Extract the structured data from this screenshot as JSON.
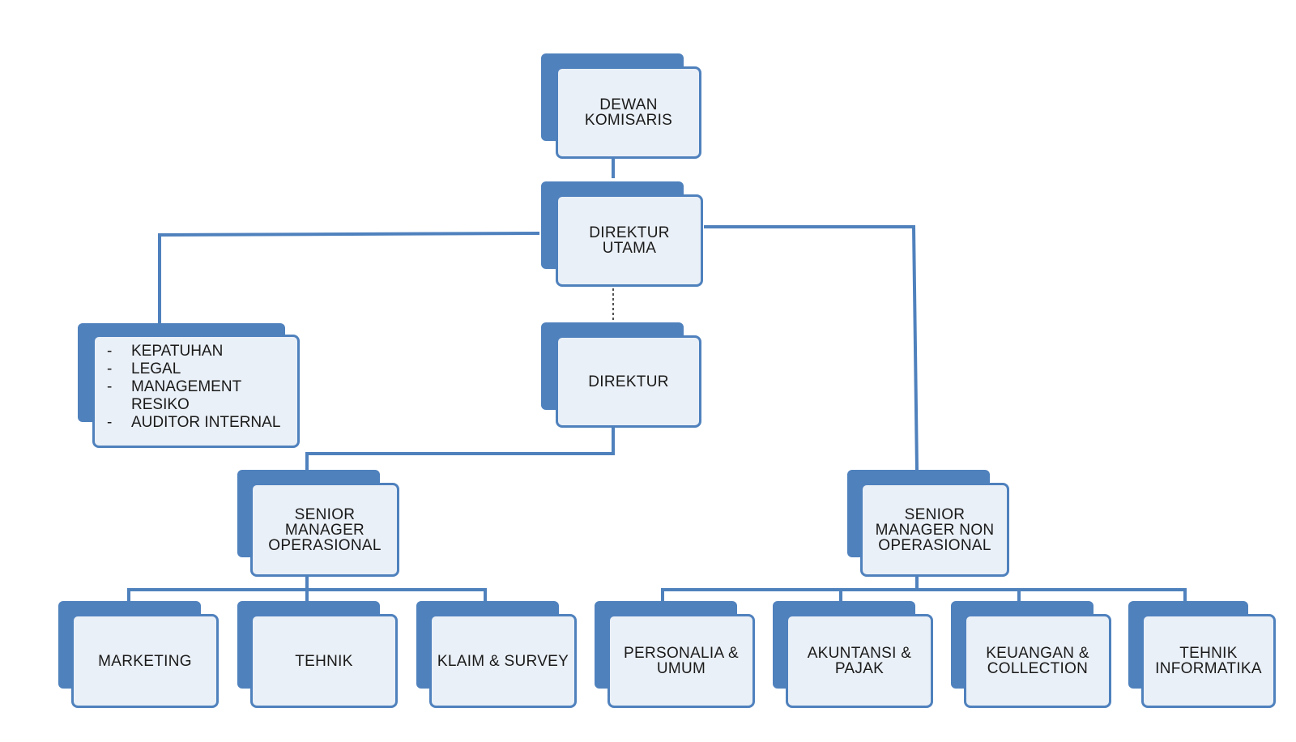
{
  "diagram": {
    "nodes": {
      "dewan_komisaris": "DEWAN\nKOMISARIS",
      "direktur_utama": "DIREKTUR\nUTAMA",
      "direktur": "DIREKTUR",
      "compliance_items": [
        "KEPATUHAN",
        "LEGAL",
        "MANAGEMENT RESIKO",
        "AUDITOR INTERNAL"
      ],
      "sm_operasional": "SENIOR\nMANAGER\nOPERASIONAL",
      "sm_non_operasional": "SENIOR\nMANAGER  NON\nOPERASIONAL",
      "marketing": "MARKETING",
      "tehnik": "TEHNIK",
      "klaim_survey": "KLAIM  &  SURVEY",
      "personalia_umum": "PERSONALIA  &\nUMUM",
      "akuntansi_pajak": "AKUNTANSI  &\nPAJAK",
      "keuangan_collection": "KEUANGAN  &\nCOLLECTION",
      "tehnik_informatika": "TEHNIK\nINFORMATIKA"
    },
    "colors": {
      "box_dark": "#4f81bd",
      "box_light": "#eaf0f7",
      "connector": "#4f81bd"
    }
  }
}
